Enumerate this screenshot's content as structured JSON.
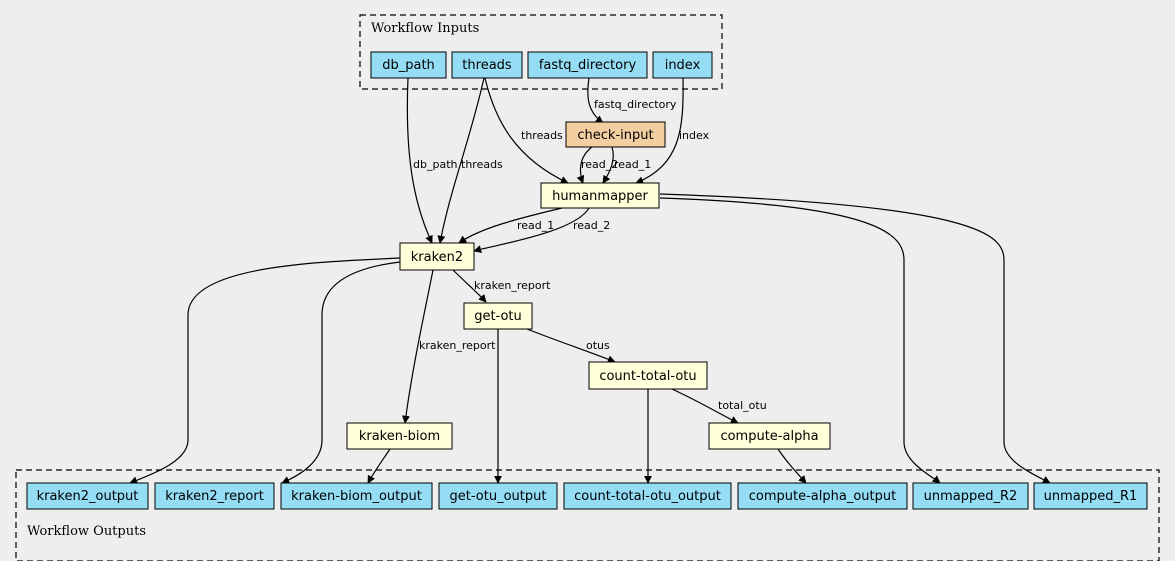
{
  "clusters": {
    "inputs": {
      "label": "Workflow Inputs"
    },
    "outputs": {
      "label": "Workflow Outputs"
    }
  },
  "colors": {
    "io_node": "#94ddf4",
    "step_node": "#ffffd9",
    "subworkflow_node": "#f3cea1",
    "background": "#eeeeee"
  },
  "nodes": {
    "db_path": "db_path",
    "threads": "threads",
    "fastq_directory": "fastq_directory",
    "index": "index",
    "check_input": "check-input",
    "humanmapper": "humanmapper",
    "kraken2": "kraken2",
    "get_otu": "get-otu",
    "count_total_otu": "count-total-otu",
    "compute_alpha": "compute-alpha",
    "kraken_biom": "kraken-biom",
    "kraken2_output": "kraken2_output",
    "kraken2_report": "kraken2_report",
    "kraken_biom_output": "kraken-biom_output",
    "get_otu_output": "get-otu_output",
    "count_total_otu_output": "count-total-otu_output",
    "compute_alpha_output": "compute-alpha_output",
    "unmapped_R2": "unmapped_R2",
    "unmapped_R1": "unmapped_R1"
  },
  "edge_labels": {
    "fastq_directory": "fastq_directory",
    "threads_humanmapper": "threads",
    "index": "index",
    "read_2_check": "read_2",
    "read_1_check": "read_1",
    "db_path": "db_path",
    "threads_kraken2": "threads",
    "read_1_kraken": "read_1",
    "read_2_kraken": "read_2",
    "kraken_report_otu": "kraken_report",
    "kraken_report_biom": "kraken_report",
    "otus": "otus",
    "total_otu": "total_otu"
  }
}
